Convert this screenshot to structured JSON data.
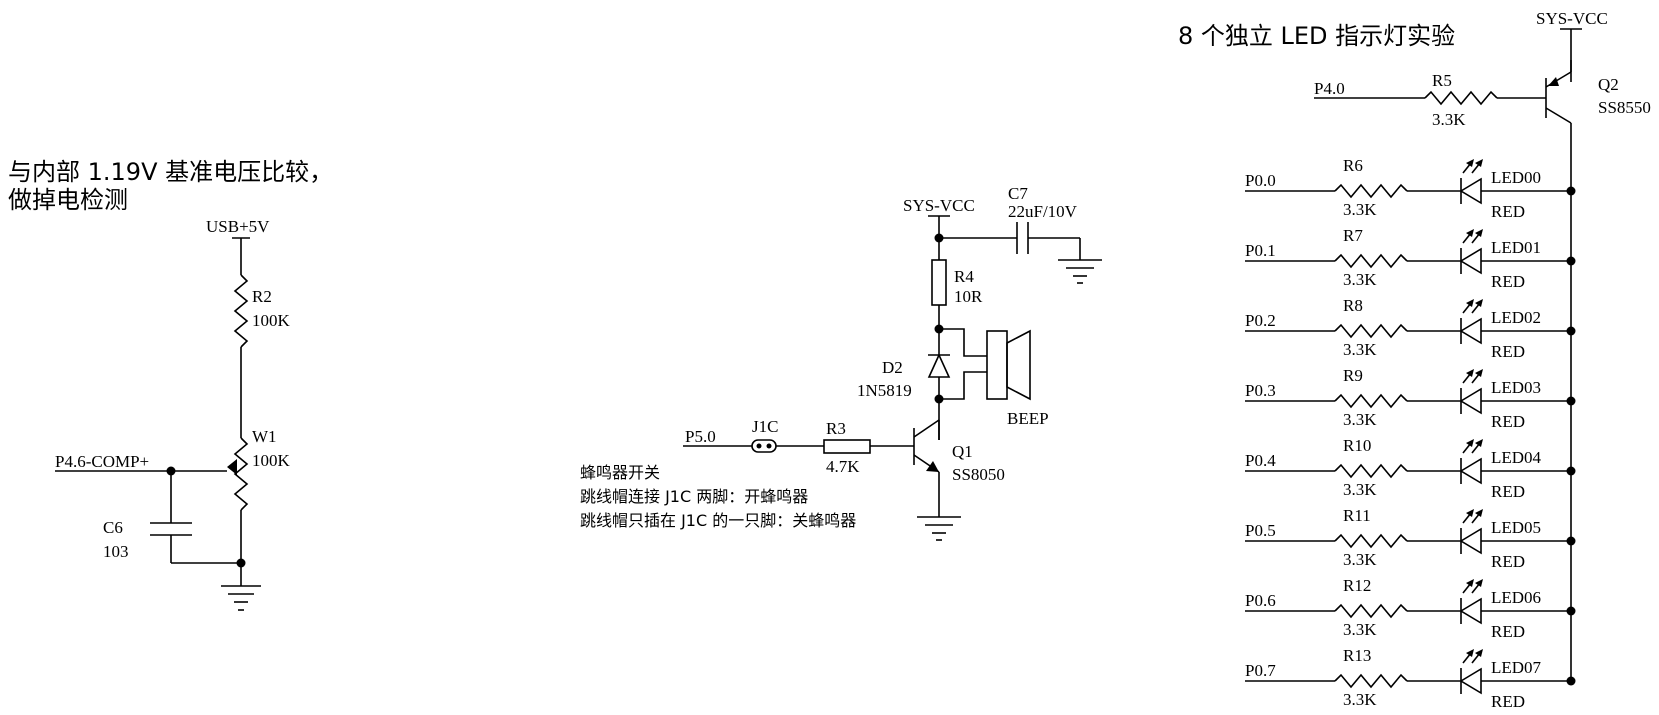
{
  "left_block": {
    "note_line1": "与内部 1.19V 基准电压比较，",
    "note_line2": "做掉电检测",
    "usb_label": "USB+5V",
    "r2_name": "R2",
    "r2_value": "100K",
    "w1_name": "W1",
    "w1_value": "100K",
    "net_label": "P4.6-COMP+",
    "c6_name": "C6",
    "c6_value": "103"
  },
  "beep_block": {
    "vcc_label": "SYS-VCC",
    "c7_name": "C7",
    "c7_value": "22uF/10V",
    "r4_name": "R4",
    "r4_value": "10R",
    "d2_name": "D2",
    "d2_value": "1N5819",
    "beep_label": "BEEP",
    "p50_label": "P5.0",
    "j1c_label": "J1C",
    "r3_name": "R3",
    "r3_value": "4.7K",
    "q1_name": "Q1",
    "q1_value": "SS8050",
    "note_line1": "蜂鸣器开关",
    "note_line2": "跳线帽连接 J1C 两脚：开蜂鸣器",
    "note_line3": "跳线帽只插在 J1C 的一只脚：关蜂鸣器"
  },
  "led_block": {
    "title": "8 个独立 LED 指示灯实验",
    "vcc_label": "SYS-VCC",
    "p40_label": "P4.0",
    "r5_name": "R5",
    "r5_value": "3.3K",
    "q2_name": "Q2",
    "q2_value": "SS8550",
    "rows": [
      {
        "port": "P0.0",
        "res": "R6",
        "rval": "3.3K",
        "led": "LED00",
        "color": "RED"
      },
      {
        "port": "P0.1",
        "res": "R7",
        "rval": "3.3K",
        "led": "LED01",
        "color": "RED"
      },
      {
        "port": "P0.2",
        "res": "R8",
        "rval": "3.3K",
        "led": "LED02",
        "color": "RED"
      },
      {
        "port": "P0.3",
        "res": "R9",
        "rval": "3.3K",
        "led": "LED03",
        "color": "RED"
      },
      {
        "port": "P0.4",
        "res": "R10",
        "rval": "3.3K",
        "led": "LED04",
        "color": "RED"
      },
      {
        "port": "P0.5",
        "res": "R11",
        "rval": "3.3K",
        "led": "LED05",
        "color": "RED"
      },
      {
        "port": "P0.6",
        "res": "R12",
        "rval": "3.3K",
        "led": "LED06",
        "color": "RED"
      },
      {
        "port": "P0.7",
        "res": "R13",
        "rval": "3.3K",
        "led": "LED07",
        "color": "RED"
      }
    ]
  }
}
